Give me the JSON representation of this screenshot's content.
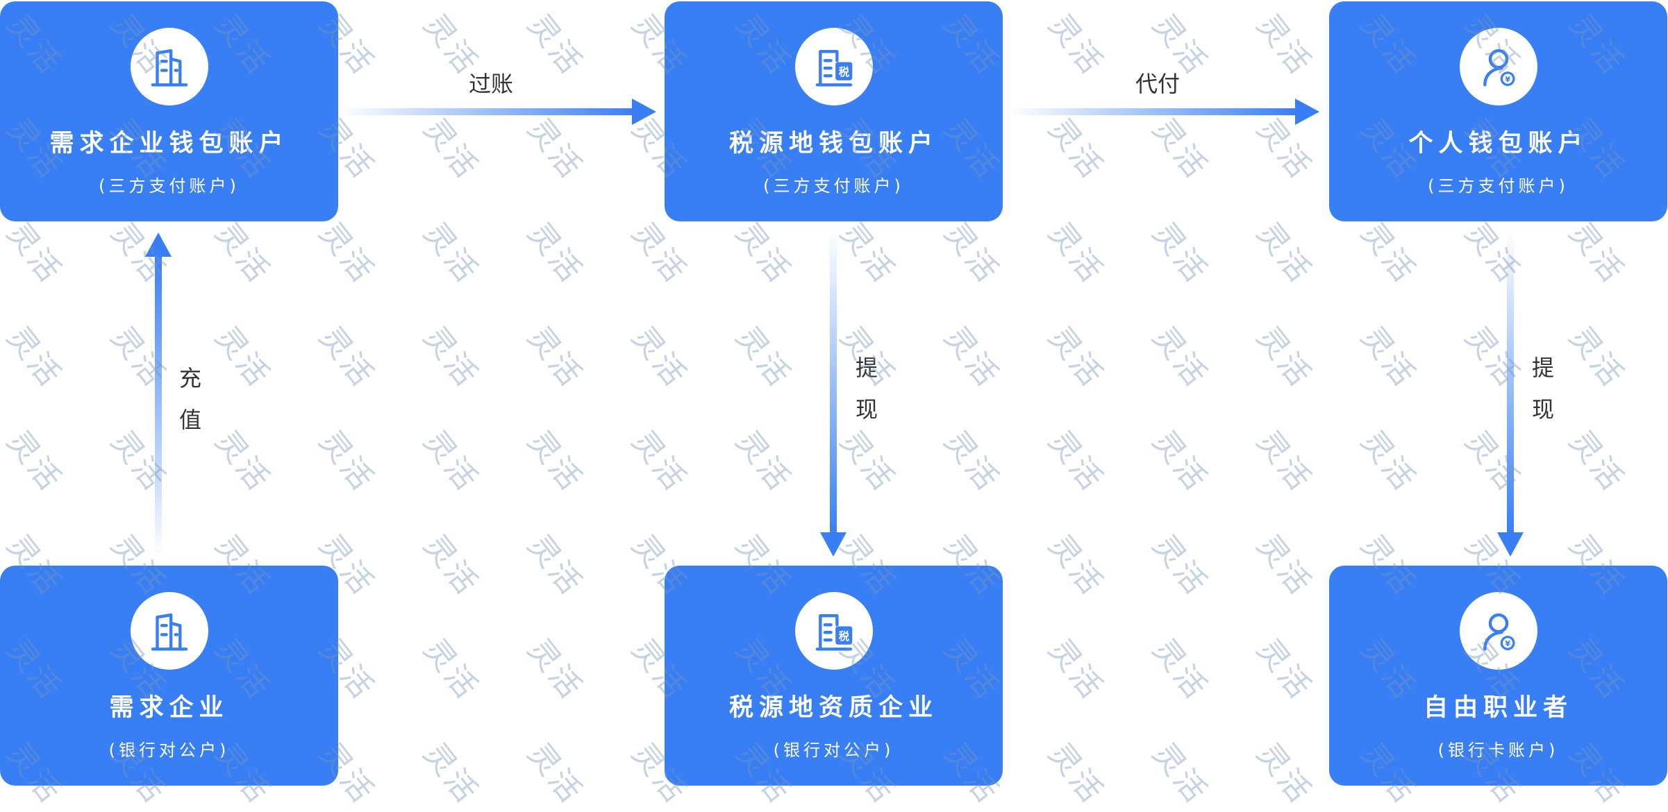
{
  "watermark": "灵活",
  "colors": {
    "box": "#387ff5",
    "arrow": "#387ff5",
    "label": "#333333"
  },
  "nodes": {
    "demand_wallet": {
      "title": "需求企业钱包账户",
      "subtitle": "(三方支付账户)",
      "icon": "building-icon"
    },
    "tax_wallet": {
      "title": "税源地钱包账户",
      "subtitle": "(三方支付账户)",
      "icon": "tax-building-icon"
    },
    "personal_wallet": {
      "title": "个人钱包账户",
      "subtitle": "(三方支付账户)",
      "icon": "user-yuan-icon"
    },
    "demand_company": {
      "title": "需求企业",
      "subtitle": "(银行对公户)",
      "icon": "building-icon"
    },
    "tax_company": {
      "title": "税源地资质企业",
      "subtitle": "(银行对公户)",
      "icon": "tax-building-icon"
    },
    "freelancer": {
      "title": "自由职业者",
      "subtitle": "(银行卡账户)",
      "icon": "user-yuan-icon"
    }
  },
  "edges": {
    "post": "过账",
    "pay": "代付",
    "recharge": "充值",
    "withdraw_tax": "提现",
    "withdraw_personal": "提现"
  }
}
